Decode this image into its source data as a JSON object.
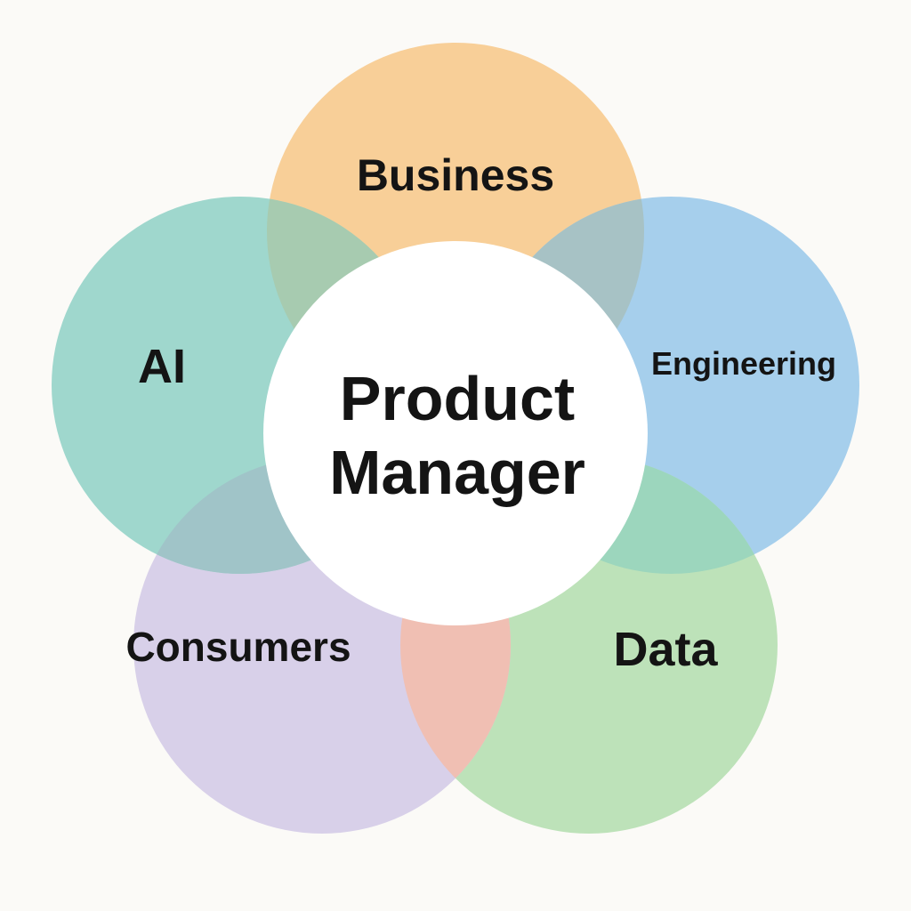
{
  "center": {
    "line1": "Product",
    "line2": "Manager",
    "fill": "#ffffff"
  },
  "circles": {
    "business": {
      "label": "Business",
      "color": "#f8cf98"
    },
    "engineering": {
      "label": "Engineering",
      "color": "#a6cfec"
    },
    "data": {
      "label": "Data",
      "color": "#bde2b9"
    },
    "consumers": {
      "label": "Consumers",
      "color": "#d8d0e9"
    },
    "ai": {
      "label": "AI",
      "color": "#9fd7cd"
    }
  },
  "overlaps": {
    "business_ai": "#a7cbb0",
    "business_engineering": "#a7c2c5",
    "engineering_data": "#9cd6bd",
    "data_consumers": "#f0bfb3",
    "consumers_ai": "#a0c4c8"
  },
  "background": "#fbfaf7"
}
